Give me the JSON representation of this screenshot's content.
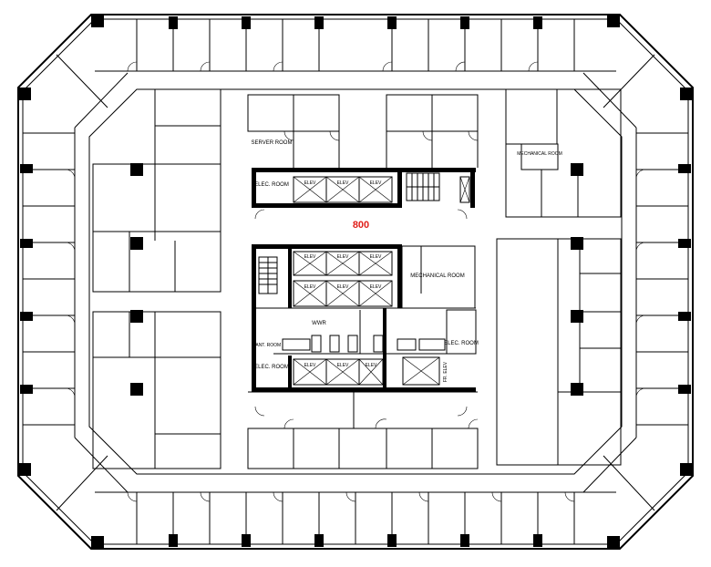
{
  "suite_number": "800",
  "suite_color": "#e0201b",
  "rooms": {
    "server_room": "SERVER ROOM",
    "elec_room_top": "ELEC. ROOM",
    "mechanical_top": "MECHANICAL ROOM",
    "mechanical_core": "MECHANICAL ROOM",
    "wwr": "WWR",
    "jant_room": "JANT. ROOM",
    "elec_room_left": "ELEC. ROOM",
    "elec_room_right": "ELEC. ROOM"
  },
  "elevator_label": "ELEV",
  "freight_label": "FR. ELEV"
}
